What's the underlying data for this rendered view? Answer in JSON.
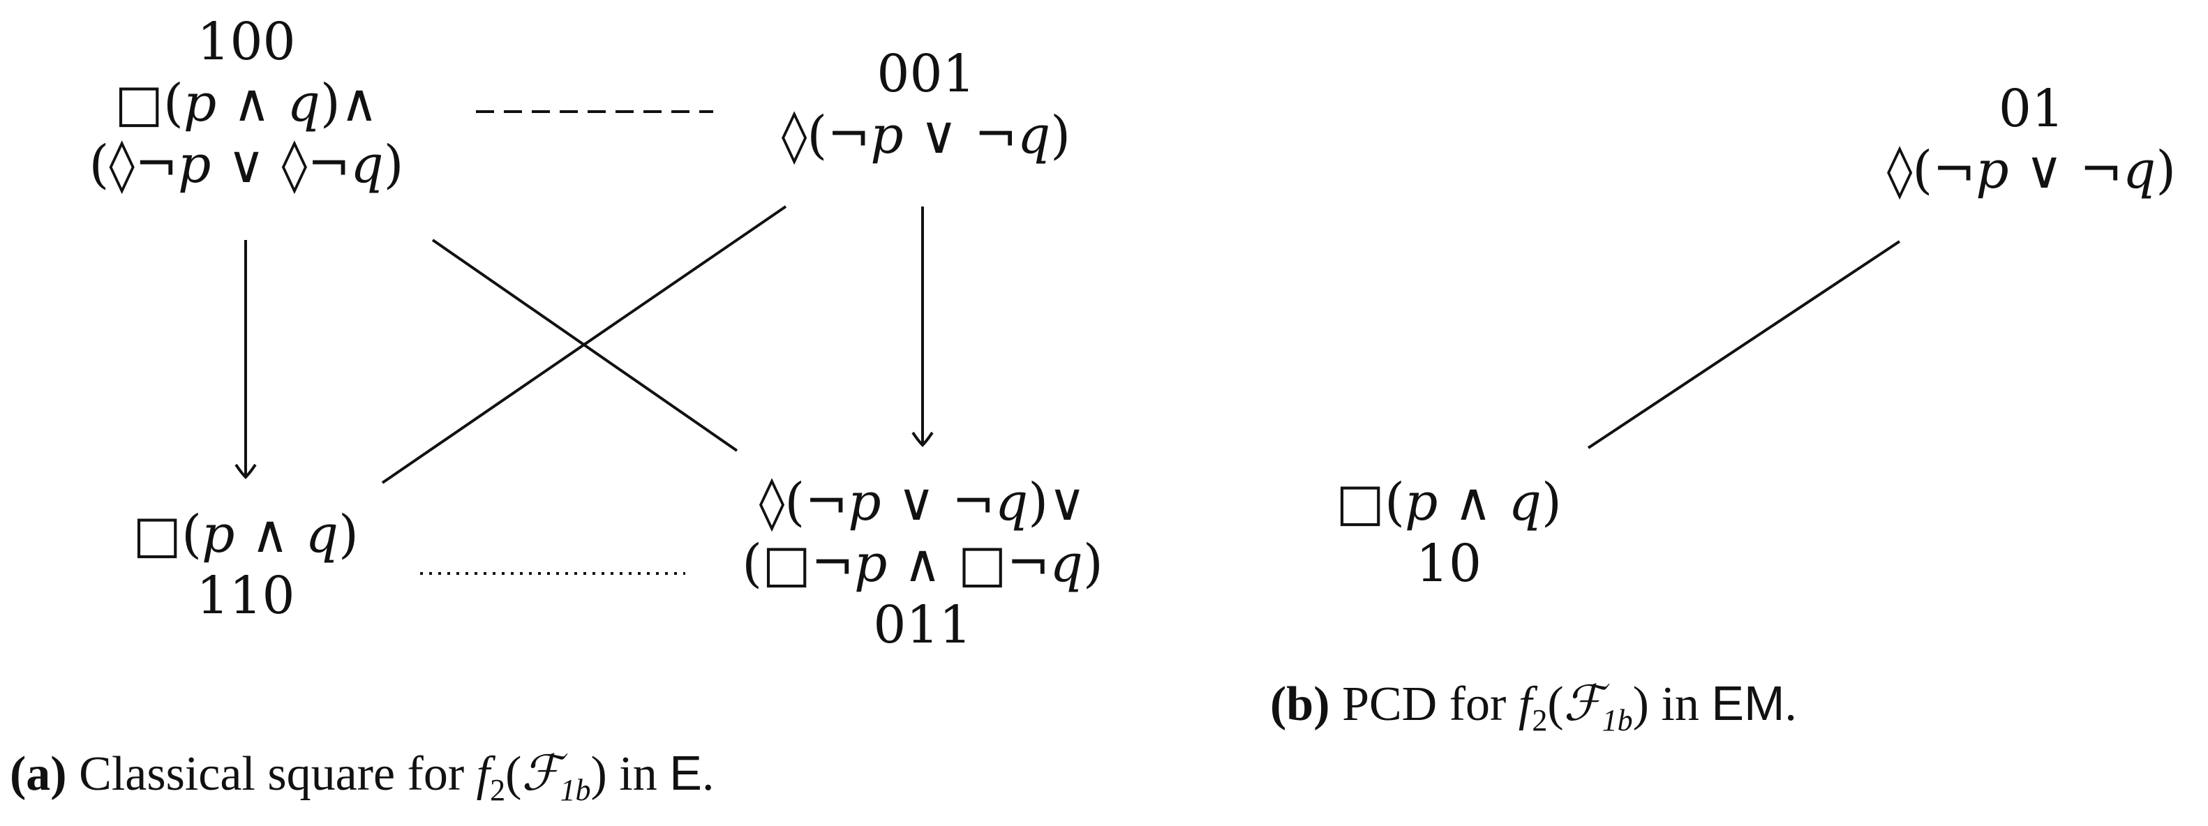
{
  "subfigure_a": {
    "nodes": {
      "top_left": {
        "code": "100",
        "line1": "□(p ∧ q)∧",
        "line2": "(◊¬p ∨ ◊¬q)"
      },
      "top_right": {
        "code": "001",
        "line1": "◊(¬p ∨ ¬q)"
      },
      "bottom_left": {
        "line1": "□(p ∧ q)",
        "code": "110"
      },
      "bottom_right": {
        "line1": "◊(¬p ∨ ¬q)∨",
        "line2": "(□¬p ∧ □¬q)",
        "code": "011"
      }
    },
    "caption": {
      "label": "(a)",
      "text_before": " Classical square for ",
      "func": "f",
      "sub2": "2",
      "open": "(",
      "script": "ℱ",
      "sub1b": "1b",
      "close": ")",
      "text_mid": " in ",
      "logic": "E",
      "end": "."
    }
  },
  "subfigure_b": {
    "nodes": {
      "top": {
        "code": "01",
        "line1": "◊(¬p ∨ ¬q)"
      },
      "bottom": {
        "line1": "□(p ∧ q)",
        "code": "10"
      }
    },
    "caption": {
      "label": "(b)",
      "text_before": " PCD for ",
      "func": "f",
      "sub2": "2",
      "open": "(",
      "script": "ℱ",
      "sub1b": "1b",
      "close": ")",
      "text_mid": " in ",
      "logic": "EM",
      "end": "."
    }
  }
}
